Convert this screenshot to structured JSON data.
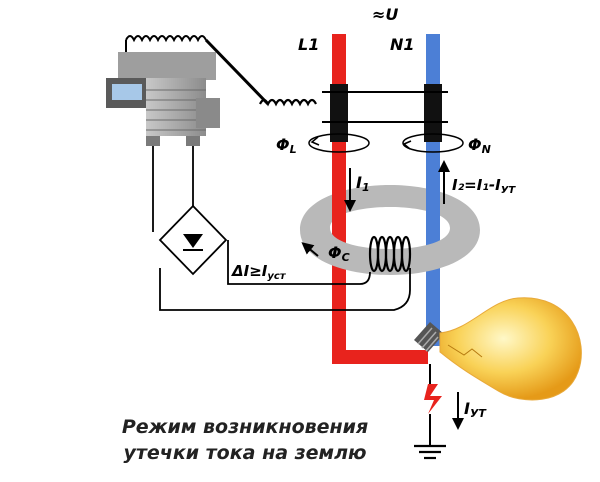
{
  "diagram": {
    "supply": "≈U",
    "phase": "L1",
    "neutral": "N1",
    "flux_l": "Φ",
    "flux_l_sub": "L",
    "flux_n": "Φ",
    "flux_n_sub": "N",
    "flux_c": "Φ",
    "flux_c_sub": "C",
    "current_i1": "I",
    "current_i1_sub": "1",
    "current_i2": "I₂=I₁-I",
    "current_i2_sub": "УТ",
    "delta": "ΔI≥I",
    "delta_sub": "уст",
    "leak": "I",
    "leak_sub": "УТ"
  },
  "caption": {
    "line1": "Режим возникновения",
    "line2": "утечки тока на землю"
  },
  "colors": {
    "phase": "#e8231d",
    "neutral": "#4c7fd6",
    "toroid": "#b9b9b9",
    "bulb": "#f7c948",
    "spark": "#e8231d"
  }
}
